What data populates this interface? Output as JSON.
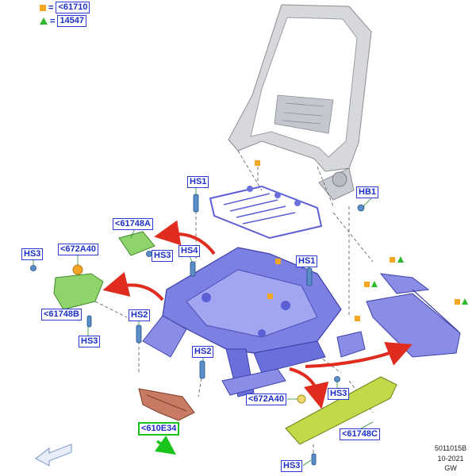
{
  "legend": {
    "items": [
      {
        "symbol": "orange-square",
        "equals": "=",
        "code": "<61710",
        "color": "#f5a623"
      },
      {
        "symbol": "green-triangle",
        "equals": "=",
        "code": "14547",
        "color": "#2eb82e"
      }
    ]
  },
  "callouts": {
    "hs1_top": "HS1",
    "hb1": "HB1",
    "c61748a": "<61748A",
    "hs3_upper_mid": "HS3",
    "hs4": "HS4",
    "hs1_mid": "HS1",
    "hs3_left_top": "HS3",
    "c672a40_left": "<672A40",
    "c61748b": "<61748B",
    "hs3_left_bottom": "HS3",
    "hs2_left": "HS2",
    "hs2_mid": "HS2",
    "c672a40_bottom": "<672A40",
    "hs3_right": "HS3",
    "c61748c": "<61748C",
    "c610e34": "<610E34",
    "hs3_bottom": "HS3"
  },
  "colors": {
    "frame_blue": "#6b6fdc",
    "bracket_green": "#8ed46a",
    "rail_yellow_green": "#c2d94a",
    "wire_harness": "#c97a62",
    "arrow_red": "#e02b1f",
    "callout_blue": "#1c2fc7",
    "highlight_green": "#19c41c",
    "backrest_gray": "#c9ccd2"
  },
  "footer": {
    "ref_code": "5011015B",
    "date": "10-2021",
    "author": "GW"
  }
}
